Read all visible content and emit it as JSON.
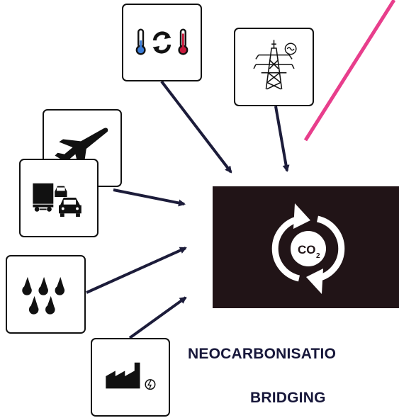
{
  "colors": {
    "arrow": "#1c1c3a",
    "accent_line": "#e83e8c",
    "panel": "#211417",
    "cold": "#3a7bd5",
    "hot": "#c8193c"
  },
  "icons": [
    "thermometer-cycle-icon",
    "power-pylon-icon",
    "airplane-icon",
    "truck-car-traffic-icon",
    "rain-drops-icon",
    "factory-icon"
  ],
  "center": {
    "badge_text": "CO",
    "badge_subscript": "2",
    "icon": "co2-cycle-icon"
  },
  "labels": {
    "primary": "NEOCARBONISATIO",
    "secondary": "BRIDGING"
  }
}
